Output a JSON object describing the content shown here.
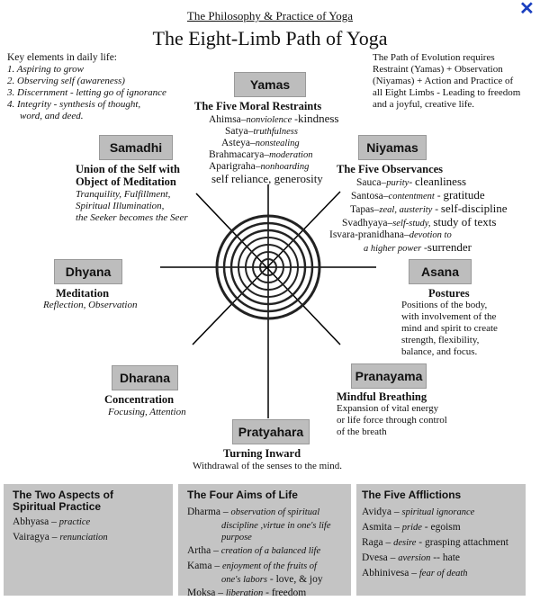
{
  "header": {
    "subtitle": "The Philosophy & Practice of Yoga",
    "title": "The Eight-Limb Path of Yoga",
    "close_glyph": "✕"
  },
  "key_elements": {
    "heading": "Key elements in daily life:",
    "items": [
      "1. Aspiring to grow",
      "2. Observing self (awareness)",
      "3. Discernment - letting go of ignorance",
      "4. Integrity - synthesis of thought,",
      "word, and deed."
    ]
  },
  "evolution": {
    "lines": [
      "The Path of Evolution requires",
      "Restraint (Yamas) + Observation",
      "(Niyamas) + Action and Practice of",
      "all Eight Limbs - Leading to freedom",
      "and a joyful, creative life."
    ]
  },
  "limbs": {
    "yamas": {
      "label": "Yamas",
      "heading": "The Five Moral Restraints",
      "items": [
        {
          "name": "Ahimsa",
          "desc": "nonviolence",
          "note": "kindness"
        },
        {
          "name": "Satya",
          "desc": "truthfulness",
          "note": ""
        },
        {
          "name": "Asteya",
          "desc": "nonstealing",
          "note": ""
        },
        {
          "name": "Brahmacarya",
          "desc": "moderation",
          "note": ""
        },
        {
          "name": "Aparigraha",
          "desc": "nonhoarding",
          "note": ""
        }
      ],
      "note": "self reliance, generosity"
    },
    "niyamas": {
      "label": "Niyamas",
      "heading": "The Five Observances",
      "items": [
        {
          "name": "Sauca",
          "desc": "purity",
          "note": "cleanliness"
        },
        {
          "name": "Santosa",
          "desc": "contentment",
          "note": "gratitude"
        },
        {
          "name": "Tapas",
          "desc": "zeal, austerity",
          "note": "self-discipline"
        },
        {
          "name": "Svadhyaya",
          "desc": "self-study,",
          "note": "study of texts"
        },
        {
          "name": "Isvara-pranidhana",
          "desc": "devotion to",
          "note": ""
        }
      ],
      "isvara_line2": "a higher power",
      "isvara_note": "surrender"
    },
    "samadhi": {
      "label": "Samadhi",
      "heading1": "Union of the Self with",
      "heading2": "Object of Meditation",
      "lines": [
        "Tranquility, Fulfillment,",
        "Spiritual Illumination,",
        "the Seeker becomes the Seer"
      ]
    },
    "asana": {
      "label": "Asana",
      "heading": "Postures",
      "lines": [
        "Positions of the body,",
        "with involvement of the",
        "mind and spirit to create",
        "strength, flexibility,",
        "balance, and focus."
      ]
    },
    "dhyana": {
      "label": "Dhyana",
      "heading": "Meditation",
      "line": "Reflection, Observation"
    },
    "dharana": {
      "label": "Dharana",
      "heading": "Concentration",
      "line": "Focusing, Attention"
    },
    "pranayama": {
      "label": "Pranayama",
      "heading": "Mindful Breathing",
      "lines": [
        "Expansion of vital energy",
        "or life force through control",
        "of the breath"
      ]
    },
    "pratyahara": {
      "label": "Pratyahara",
      "heading": "Turning Inward",
      "line": "Withdrawal of the senses to the mind."
    }
  },
  "panels": {
    "aspects": {
      "heading1": "The Two Aspects of",
      "heading2": "Spiritual Practice",
      "rows": [
        {
          "name": "Abhyasa",
          "desc": "practice"
        },
        {
          "name": "Vairagya",
          "desc": "renunciation"
        }
      ]
    },
    "aims": {
      "heading": "The Four Aims of Life",
      "dharma": {
        "name": "Dharma",
        "desc1": "observation of spiritual",
        "desc2": "discipline ,virtue in one's life purpose"
      },
      "artha": {
        "name": "Artha",
        "desc": "creation of a balanced life"
      },
      "kama": {
        "name": "Kama",
        "desc1": "enjoyment of the fruits of",
        "desc2": "one's labors",
        "note": "love, & joy"
      },
      "moksa": {
        "name": "Moksa",
        "desc": "liberation",
        "note": "freedom"
      }
    },
    "afflictions": {
      "heading": "The Five Afflictions",
      "rows": [
        {
          "name": "Avidya",
          "desc": "spiritual ignorance",
          "note": ""
        },
        {
          "name": "Asmita",
          "desc": "pride",
          "note": "egoism"
        },
        {
          "name": "Raga",
          "desc": "desire",
          "note": "grasping attachment"
        },
        {
          "name": "Dvesa",
          "desc": "aversion",
          "note": "hate"
        },
        {
          "name": "Abhinivesa",
          "desc": "fear of death",
          "note": ""
        }
      ]
    }
  },
  "colors": {
    "label_box": "#bdbdbd",
    "panel": "#c4c4c4",
    "close": "#1a3fbf"
  }
}
